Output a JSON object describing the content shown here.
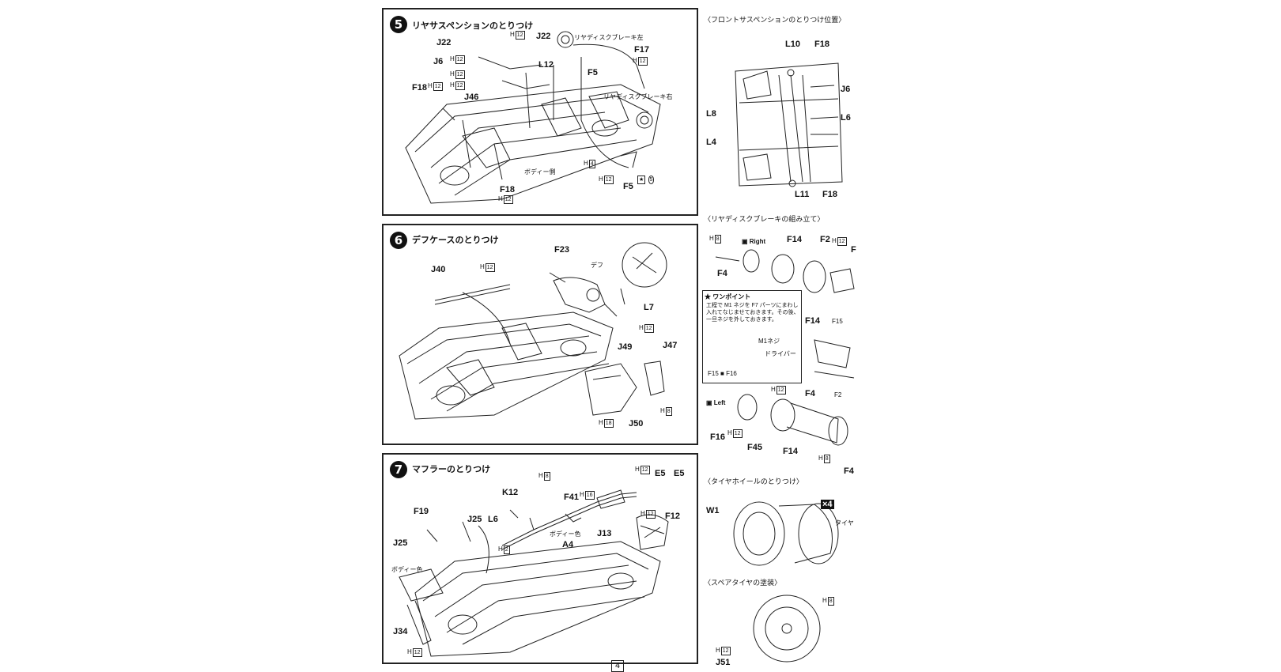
{
  "steps": [
    {
      "num": "5",
      "title": "リヤサスペンションのとりつけ"
    },
    {
      "num": "6",
      "title": "デフケースのとりつけ"
    },
    {
      "num": "7",
      "title": "マフラーのとりつけ"
    }
  ],
  "step5": {
    "labels": [
      "J22",
      "J22",
      "J6",
      "F18",
      "J46",
      "L12",
      "F17",
      "F5",
      "F18",
      "F5"
    ],
    "notes": [
      "リヤディスクブレーキ左",
      "リヤディスクブレーキ右",
      "ボディー側"
    ],
    "h": [
      "H",
      "12",
      "4"
    ],
    "star": "★",
    "five": "5"
  },
  "step6": {
    "labels": [
      "J40",
      "F23",
      "L7",
      "J49",
      "J47",
      "J50"
    ],
    "notes": [
      "デフ"
    ],
    "h": [
      "12",
      "18",
      "8"
    ]
  },
  "step7": {
    "labels": [
      "K12",
      "F41",
      "E5",
      "E5",
      "F19",
      "J25",
      "L6",
      "J25",
      "A4",
      "J13",
      "F12",
      "J34"
    ],
    "notes": [
      "ボディー色",
      "ボディー色"
    ],
    "h": [
      "8",
      "12",
      "2",
      "16"
    ]
  },
  "right": {
    "front_title": "〈フロントサスペンションのとりつけ位置〉",
    "front_labels": [
      "L10",
      "F18",
      "J6",
      "L6",
      "L8",
      "L4",
      "L11",
      "F18"
    ],
    "brake_title": "〈リヤディスクブレーキの組み立て〉",
    "brake_labels": [
      "F14",
      "F2",
      "F",
      "F4",
      "F14",
      "F4",
      "F16",
      "F45",
      "F14",
      "F4"
    ],
    "right_tag": "Right",
    "left_tag": "Left",
    "onepoint_title": "ワンポイント",
    "onepoint_text": "工程で M1 ネジを F7 パーツにまわし入れてなじませておきます。その後、一旦ネジを外しておきます。",
    "onepoint_parts": "F15 ■ F16",
    "m1": "M1ネジ",
    "driver": "ドライバー",
    "f15": "F15",
    "f2": "F2",
    "tire_title": "〈タイヤホイールのとりつけ〉",
    "tire_labels": [
      "W1"
    ],
    "tire_note": "タイヤ",
    "x4": "×4",
    "spare_title": "〈スペアタイヤの塗装〉",
    "spare_labels": [
      "J51"
    ]
  },
  "page_number": "4"
}
